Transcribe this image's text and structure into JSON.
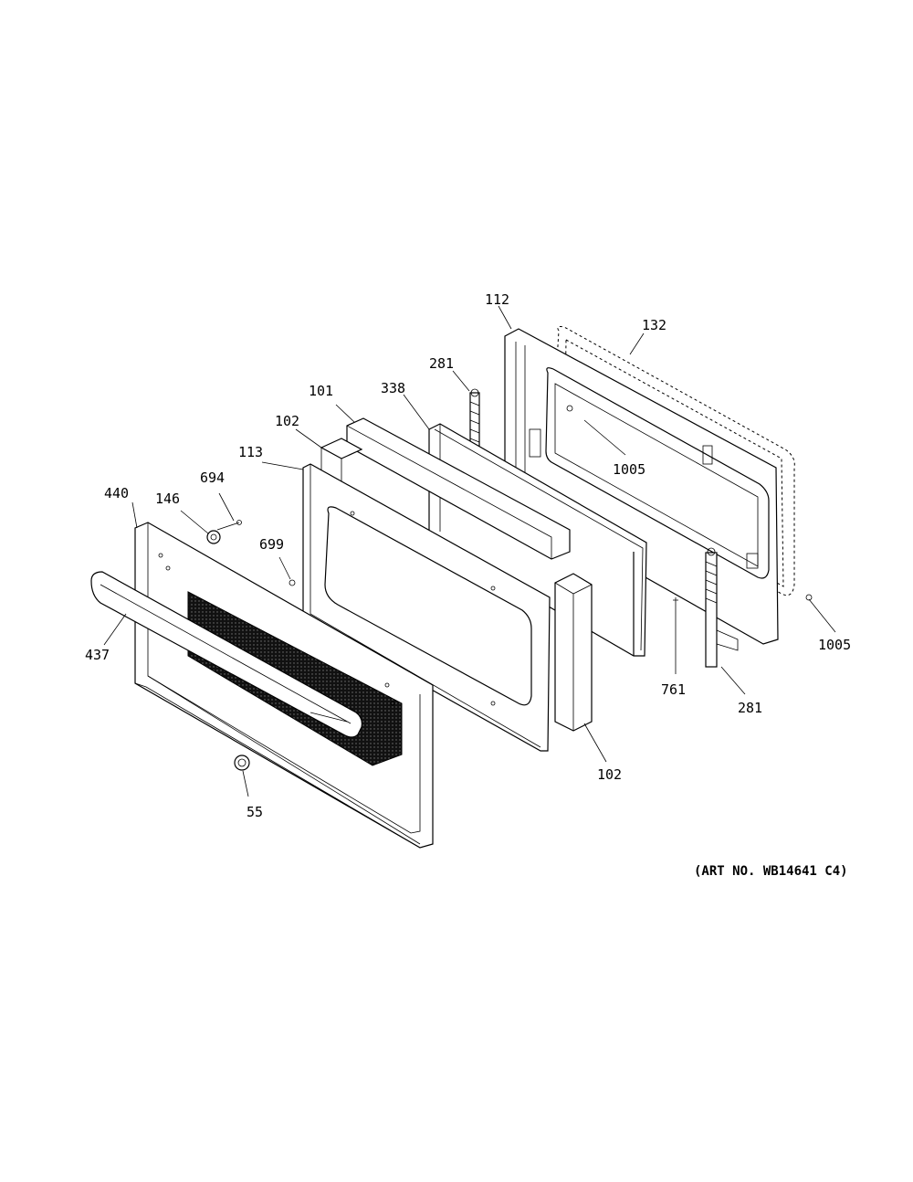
{
  "callouts": {
    "c112": "112",
    "c132": "132",
    "c281a": "281",
    "c338": "338",
    "c101": "101",
    "c102a": "102",
    "c1005a": "1005",
    "c113": "113",
    "c694": "694",
    "c440": "440",
    "c146": "146",
    "c699": "699",
    "c437": "437",
    "c1005b": "1005",
    "c761": "761",
    "c281b": "281",
    "c102b": "102",
    "c55": "55"
  },
  "art_number": "(ART NO. WB14641 C4)"
}
